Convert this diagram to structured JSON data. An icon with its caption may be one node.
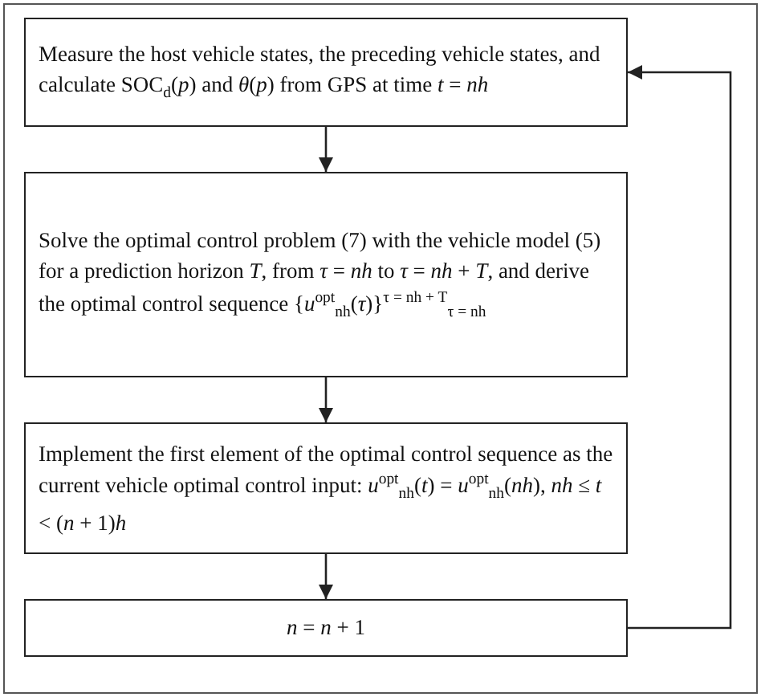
{
  "diagram": {
    "nodes": [
      {
        "text": [
          "Measure the host vehicle states, the preceding vehicle states, and calculate SOC$_{d}$(*p*) and *θ*(*p*) from GPS at time *t* = *nh*"
        ]
      },
      {
        "text": [
          "Solve the optimal control problem (7) with the vehicle model (5) for a prediction horizon *T*, from *τ* = *nh* to *τ* = *nh* + *T*, and derive the optimal control sequence {*u*$^{opt}$$_{nh}$(*τ*)}$^{τ = nh + T}$$_{τ = nh}$"
        ]
      },
      {
        "text": [
          "Implement the first element of the optimal control sequence as the current vehicle optimal control input: *u*$^{opt}$$_{nh}$(*t*) = *u*$^{opt}$$_{nh}$(*nh*), *nh* ≤ *t* < (*n* + 1)*h*"
        ]
      },
      {
        "text": [
          "*n* = *n* + 1"
        ]
      }
    ],
    "edges": [
      {
        "from": 0,
        "to": 1,
        "arrow": "to"
      },
      {
        "from": 1,
        "to": 2,
        "arrow": "to"
      },
      {
        "from": 2,
        "to": 3,
        "arrow": "to"
      },
      {
        "from": 3,
        "to": 0,
        "arrow": "to"
      }
    ]
  }
}
